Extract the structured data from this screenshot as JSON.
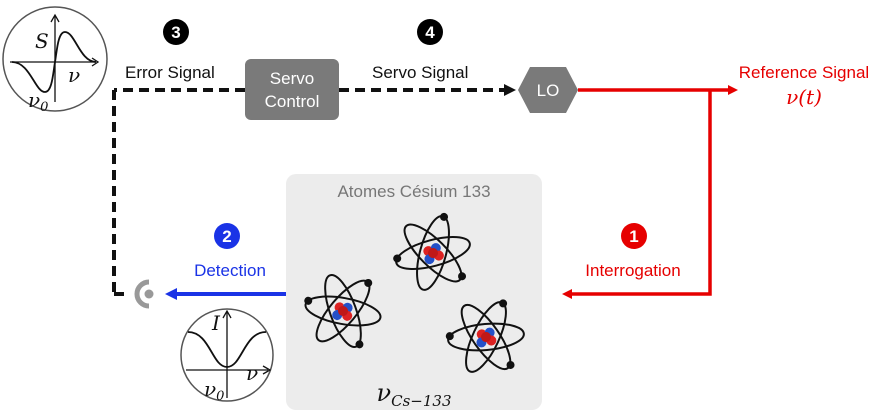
{
  "steps": [
    {
      "number": "3",
      "label": "Error Signal",
      "color": "#000000"
    },
    {
      "number": "4",
      "label": "Servo Signal",
      "color": "#000000"
    },
    {
      "number": "2",
      "label": "Detection",
      "color": "#1a33e6"
    },
    {
      "number": "1",
      "label": "Interrogation",
      "color": "#e60000"
    }
  ],
  "servo": {
    "line1": "Servo",
    "line2": "Control"
  },
  "lo": {
    "label": "LO"
  },
  "reference": {
    "label": "Reference Signal",
    "symbol": "ν(t)"
  },
  "atoms_box": {
    "title": "Atomes Césium 133",
    "symbol_main": "ν",
    "symbol_sub": "Cs−133"
  },
  "error_plot": {
    "y_label": "S",
    "x_label": "ν",
    "center_main": "ν",
    "center_sub": "0"
  },
  "detection_plot": {
    "y_label": "I",
    "x_label": "ν",
    "center_main": "ν",
    "center_sub": "0"
  },
  "colors": {
    "red": "#e60000",
    "blue": "#1a33e6",
    "black": "#111111",
    "grey_box": "#7a7a7a",
    "atoms_bg": "#ececec"
  },
  "icons": [
    "detector-icon",
    "atom-icon"
  ]
}
